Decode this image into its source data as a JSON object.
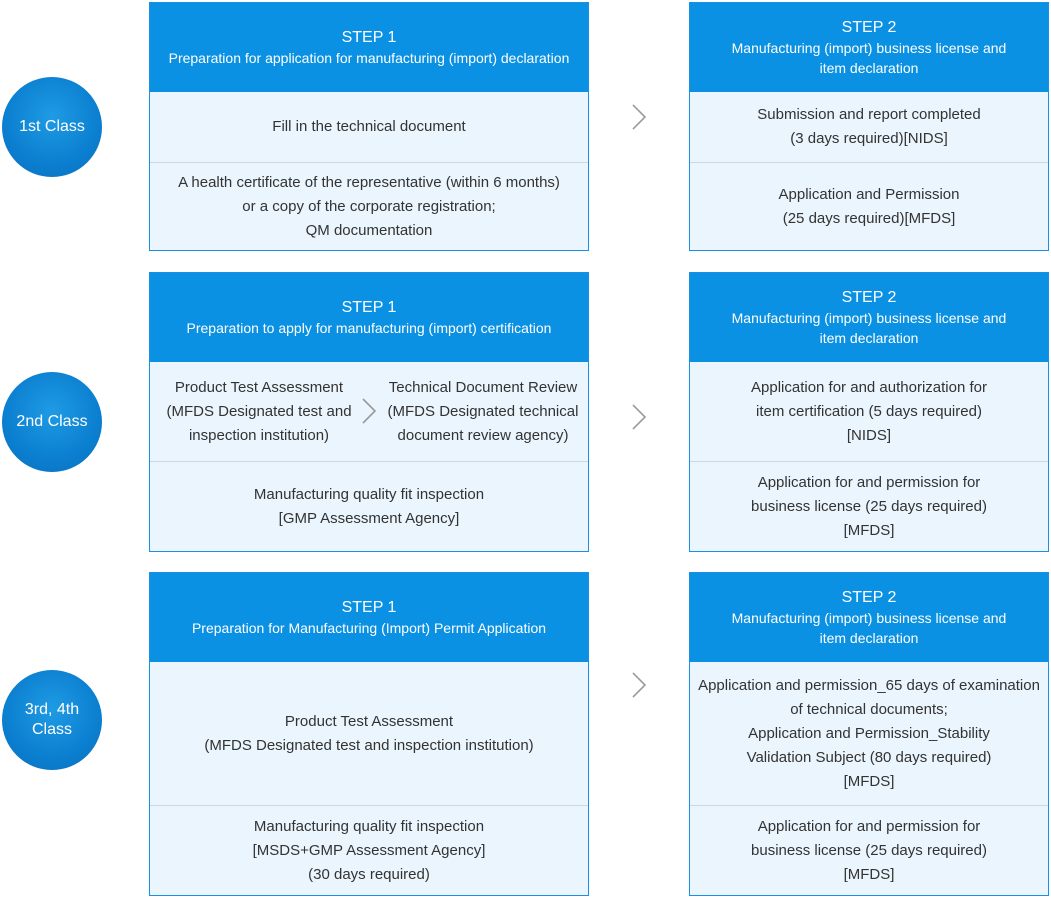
{
  "colors": {
    "accent": "#0a91e3",
    "circle": "#0b7fd0",
    "panel": "#eaf5fd",
    "divider": "#c6d9e8",
    "chevron": "#9a9a9a"
  },
  "icons": {
    "arrow": "chevron-right-icon"
  },
  "rows": [
    {
      "class_label": "1st Class",
      "step1": {
        "label": "STEP 1",
        "title": "Preparation for application for manufacturing (import) declaration",
        "cells": [
          "Fill in the technical document",
          "A health certificate of the representative (within 6 months)\nor a copy of the corporate registration;\nQM documentation"
        ]
      },
      "step2": {
        "label": "STEP 2",
        "title": "Manufacturing (import) business license and\nitem declaration",
        "cells": [
          "Submission and report completed\n(3 days required)[NIDS]",
          "Application and Permission\n(25 days required)[MFDS]"
        ]
      }
    },
    {
      "class_label": "2nd Class",
      "step1": {
        "label": "STEP 1",
        "title": "Preparation to apply for manufacturing (import) certification",
        "split_left": "Product Test Assessment\n(MFDS Designated test and\ninspection institution)",
        "split_right": "Technical Document Review\n(MFDS Designated technical\ndocument review agency)",
        "cells": [
          "Manufacturing quality fit inspection\n[GMP Assessment Agency]"
        ]
      },
      "step2": {
        "label": "STEP 2",
        "title": "Manufacturing (import) business license and\nitem declaration",
        "cells": [
          "Application for and authorization for\nitem certification (5 days required)\n[NIDS]",
          "Application for and permission for\nbusiness license (25 days required)\n[MFDS]"
        ]
      }
    },
    {
      "class_label": "3rd, 4th\nClass",
      "step1": {
        "label": "STEP 1",
        "title": "Preparation for Manufacturing (Import) Permit Application",
        "cells": [
          "Product Test Assessment\n(MFDS Designated test and inspection institution)",
          "Manufacturing quality fit inspection\n[MSDS+GMP Assessment Agency]\n(30 days required)"
        ]
      },
      "step2": {
        "label": "STEP 2",
        "title": "Manufacturing (import) business license and\nitem declaration",
        "cells": [
          "Application and permission_65 days of examination\nof technical documents;\nApplication and Permission_Stability\nValidation Subject (80 days required)\n[MFDS]",
          "Application for and permission for\nbusiness license (25 days required)\n[MFDS]"
        ]
      }
    }
  ]
}
